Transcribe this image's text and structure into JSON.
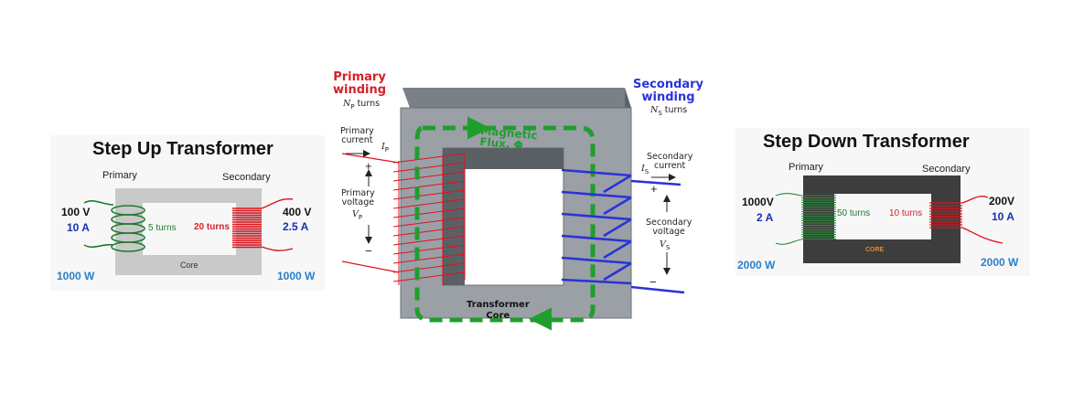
{
  "step_up": {
    "title": "Step Up Transformer",
    "primary_label": "Primary",
    "secondary_label": "Secondary",
    "primary_voltage": "100 V",
    "primary_current": "10 A",
    "primary_turns": "5 turns",
    "secondary_turns": "20 turns",
    "secondary_voltage": "400 V",
    "secondary_current": "2.5 A",
    "core_label": "Core",
    "input_power": "1000 W",
    "output_power": "1000 W",
    "core_color": "#c9c9c9",
    "primary_coil_color": "#1f7a2e",
    "secondary_coil_color": "#e0121c"
  },
  "center": {
    "primary_winding_title": "Primary\nwinding",
    "np_symbol": "N",
    "np_sub": "P",
    "np_turns": "turns",
    "primary_current_label": "Primary\ncurrent",
    "ip_symbol": "I",
    "ip_sub": "P",
    "primary_voltage_label": "Primary\nvoltage",
    "vp_symbol": "V",
    "vp_sub": "P",
    "plus": "+",
    "minus": "−",
    "flux_label": "Magnetic\nFlux, Φ",
    "core_label": "Transformer\nCore",
    "secondary_winding_title": "Secondary\nwinding",
    "ns_symbol": "N",
    "ns_sub": "S",
    "ns_turns": "turns",
    "secondary_current_label": "Secondary\ncurrent",
    "is_symbol": "I",
    "is_sub": "S",
    "secondary_voltage_label": "Secondary\nvoltage",
    "vs_symbol": "V",
    "vs_sub": "S",
    "core_color": "#9aa0a6",
    "flux_color": "#1f9e2e",
    "primary_color": "#e0121c",
    "secondary_color": "#2b33d6"
  },
  "step_down": {
    "title": "Step Down Transformer",
    "primary_label": "Primary",
    "secondary_label": "Secondary",
    "primary_voltage": "1000V",
    "primary_current": "2 A",
    "primary_turns": "50 turns",
    "secondary_turns": "10 turns",
    "secondary_voltage": "200V",
    "secondary_current": "10 A",
    "core_label": "CORE",
    "input_power": "2000 W",
    "output_power": "2000 W",
    "core_color": "#3d3d3d",
    "primary_coil_color": "#2a8a3c",
    "secondary_coil_color": "#e0121c"
  }
}
